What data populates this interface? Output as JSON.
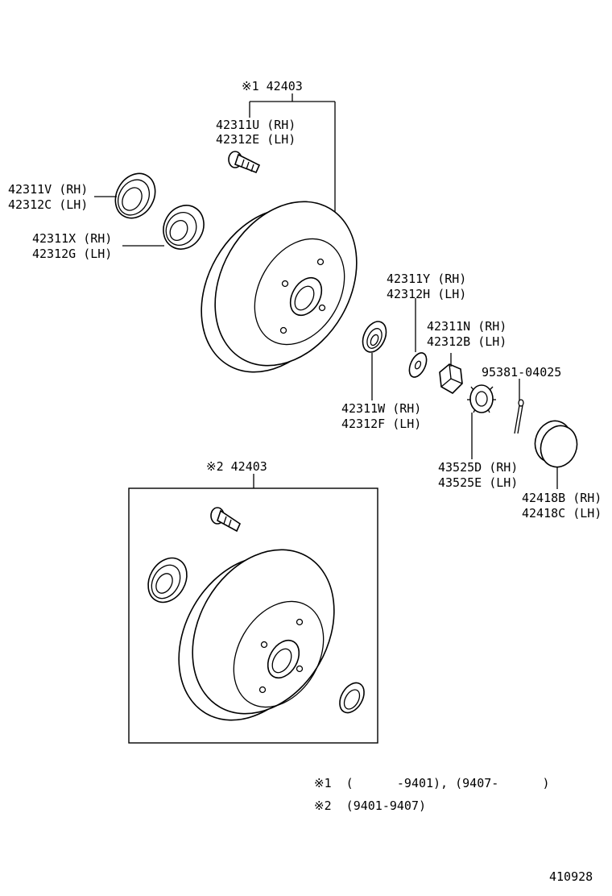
{
  "labels": {
    "drum1_ref": "※1 42403",
    "bolt_rh": "42311U (RH)",
    "bolt_lh": "42312E (LH)",
    "seal_rh": "42311V (RH)",
    "seal_lh": "42312C (LH)",
    "inner_bearing_rh": "42311X (RH)",
    "inner_bearing_lh": "42312G (LH)",
    "washer_rh": "42311Y (RH)",
    "washer_lh": "42312H (LH)",
    "nut_rh": "42311N (RH)",
    "nut_lh": "42312B (LH)",
    "cotter_pin": "95381-04025",
    "outer_bearing_rh": "42311W (RH)",
    "outer_bearing_lh": "42312F (LH)",
    "lock_cap_rh": "43525D (RH)",
    "lock_cap_lh": "43525E (LH)",
    "grease_cap_rh": "42418B (RH)",
    "grease_cap_lh": "42418C (LH)",
    "drum2_ref": "※2 42403"
  },
  "notes": {
    "note1": "※1  (      -9401), (9407-      )",
    "note2": "※2  (9401-9407)"
  },
  "figure_id": "410928"
}
